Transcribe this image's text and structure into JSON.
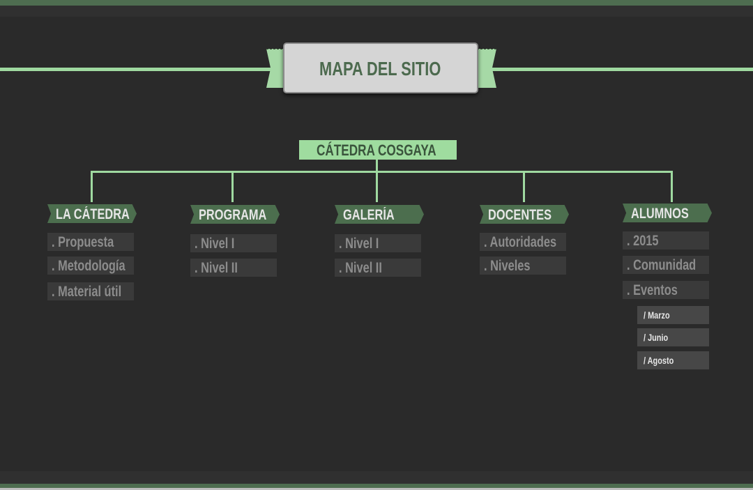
{
  "title": "MAPA DEL SITIO",
  "root": "CÁTEDRA COSGAYA",
  "sections": [
    {
      "label": "LA CÁTEDRA",
      "items": [
        ". Propuesta",
        ". Metodología",
        ". Material útil"
      ]
    },
    {
      "label": "PROGRAMA",
      "items": [
        ". Nivel I",
        ". Nivel II"
      ]
    },
    {
      "label": "GALERÍA",
      "items": [
        ". Nivel I",
        ". Nivel II"
      ]
    },
    {
      "label": "DOCENTES",
      "items": [
        ". Autoridades",
        ". Niveles"
      ]
    },
    {
      "label": "ALUMNOS",
      "items": [
        ". 2015",
        ". Comunidad",
        ". Eventos"
      ],
      "subitems": [
        "/ Marzo",
        "/ Junio",
        "/ Agosto"
      ]
    }
  ],
  "colors": {
    "accent": "#9fdc9f",
    "ribbon": "#4c6e4e",
    "bg": "#2a2a2a"
  }
}
